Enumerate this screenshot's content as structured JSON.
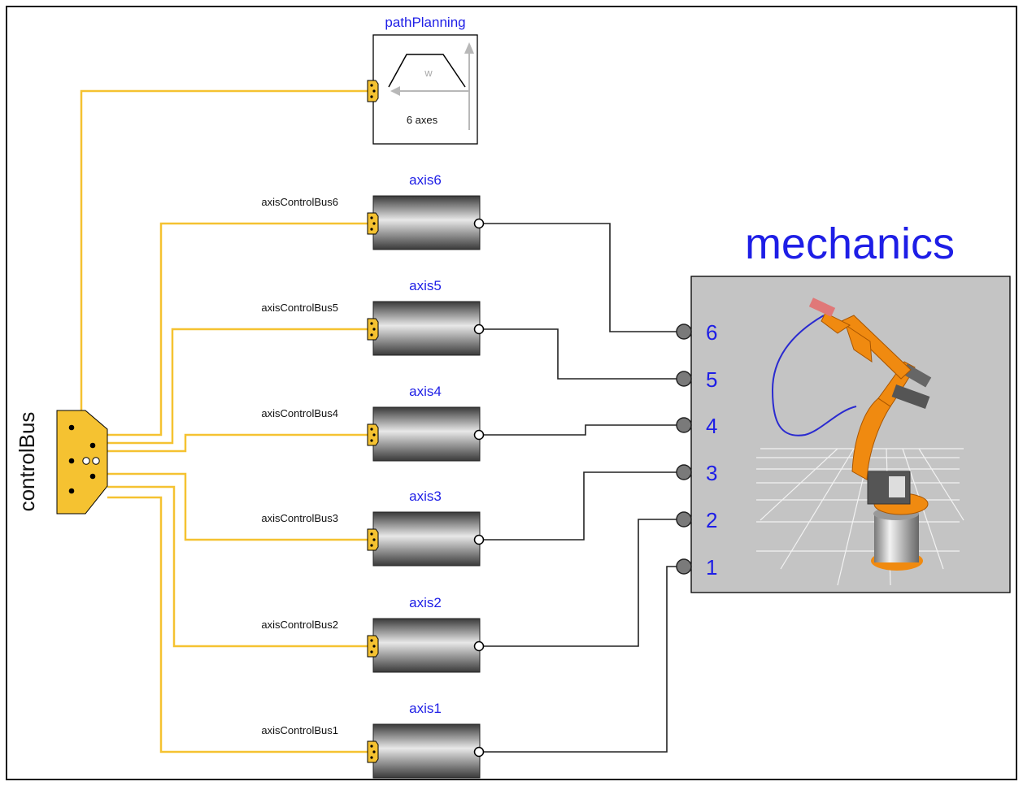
{
  "controlBus": {
    "label": "controlBus"
  },
  "pathPlanning": {
    "title": "pathPlanning",
    "icon_letter": "w",
    "caption": "6 axes"
  },
  "axes": [
    {
      "title": "axis6",
      "bus_label": "axisControlBus6"
    },
    {
      "title": "axis5",
      "bus_label": "axisControlBus5"
    },
    {
      "title": "axis4",
      "bus_label": "axisControlBus4"
    },
    {
      "title": "axis3",
      "bus_label": "axisControlBus3"
    },
    {
      "title": "axis2",
      "bus_label": "axisControlBus2"
    },
    {
      "title": "axis1",
      "bus_label": "axisControlBus1"
    }
  ],
  "mechanics": {
    "title": "mechanics",
    "ports": [
      "6",
      "5",
      "4",
      "3",
      "2",
      "1"
    ],
    "robot_icon": "industrial-robot-arm-icon"
  },
  "colors": {
    "bus_wire": "#f5c231",
    "bus_connector": "#f5c231",
    "title_blue": "#1e1ee6",
    "signal_wire": "#222222",
    "mechanics_bg": "#c4c4c4",
    "robot_orange": "#f08a10"
  }
}
